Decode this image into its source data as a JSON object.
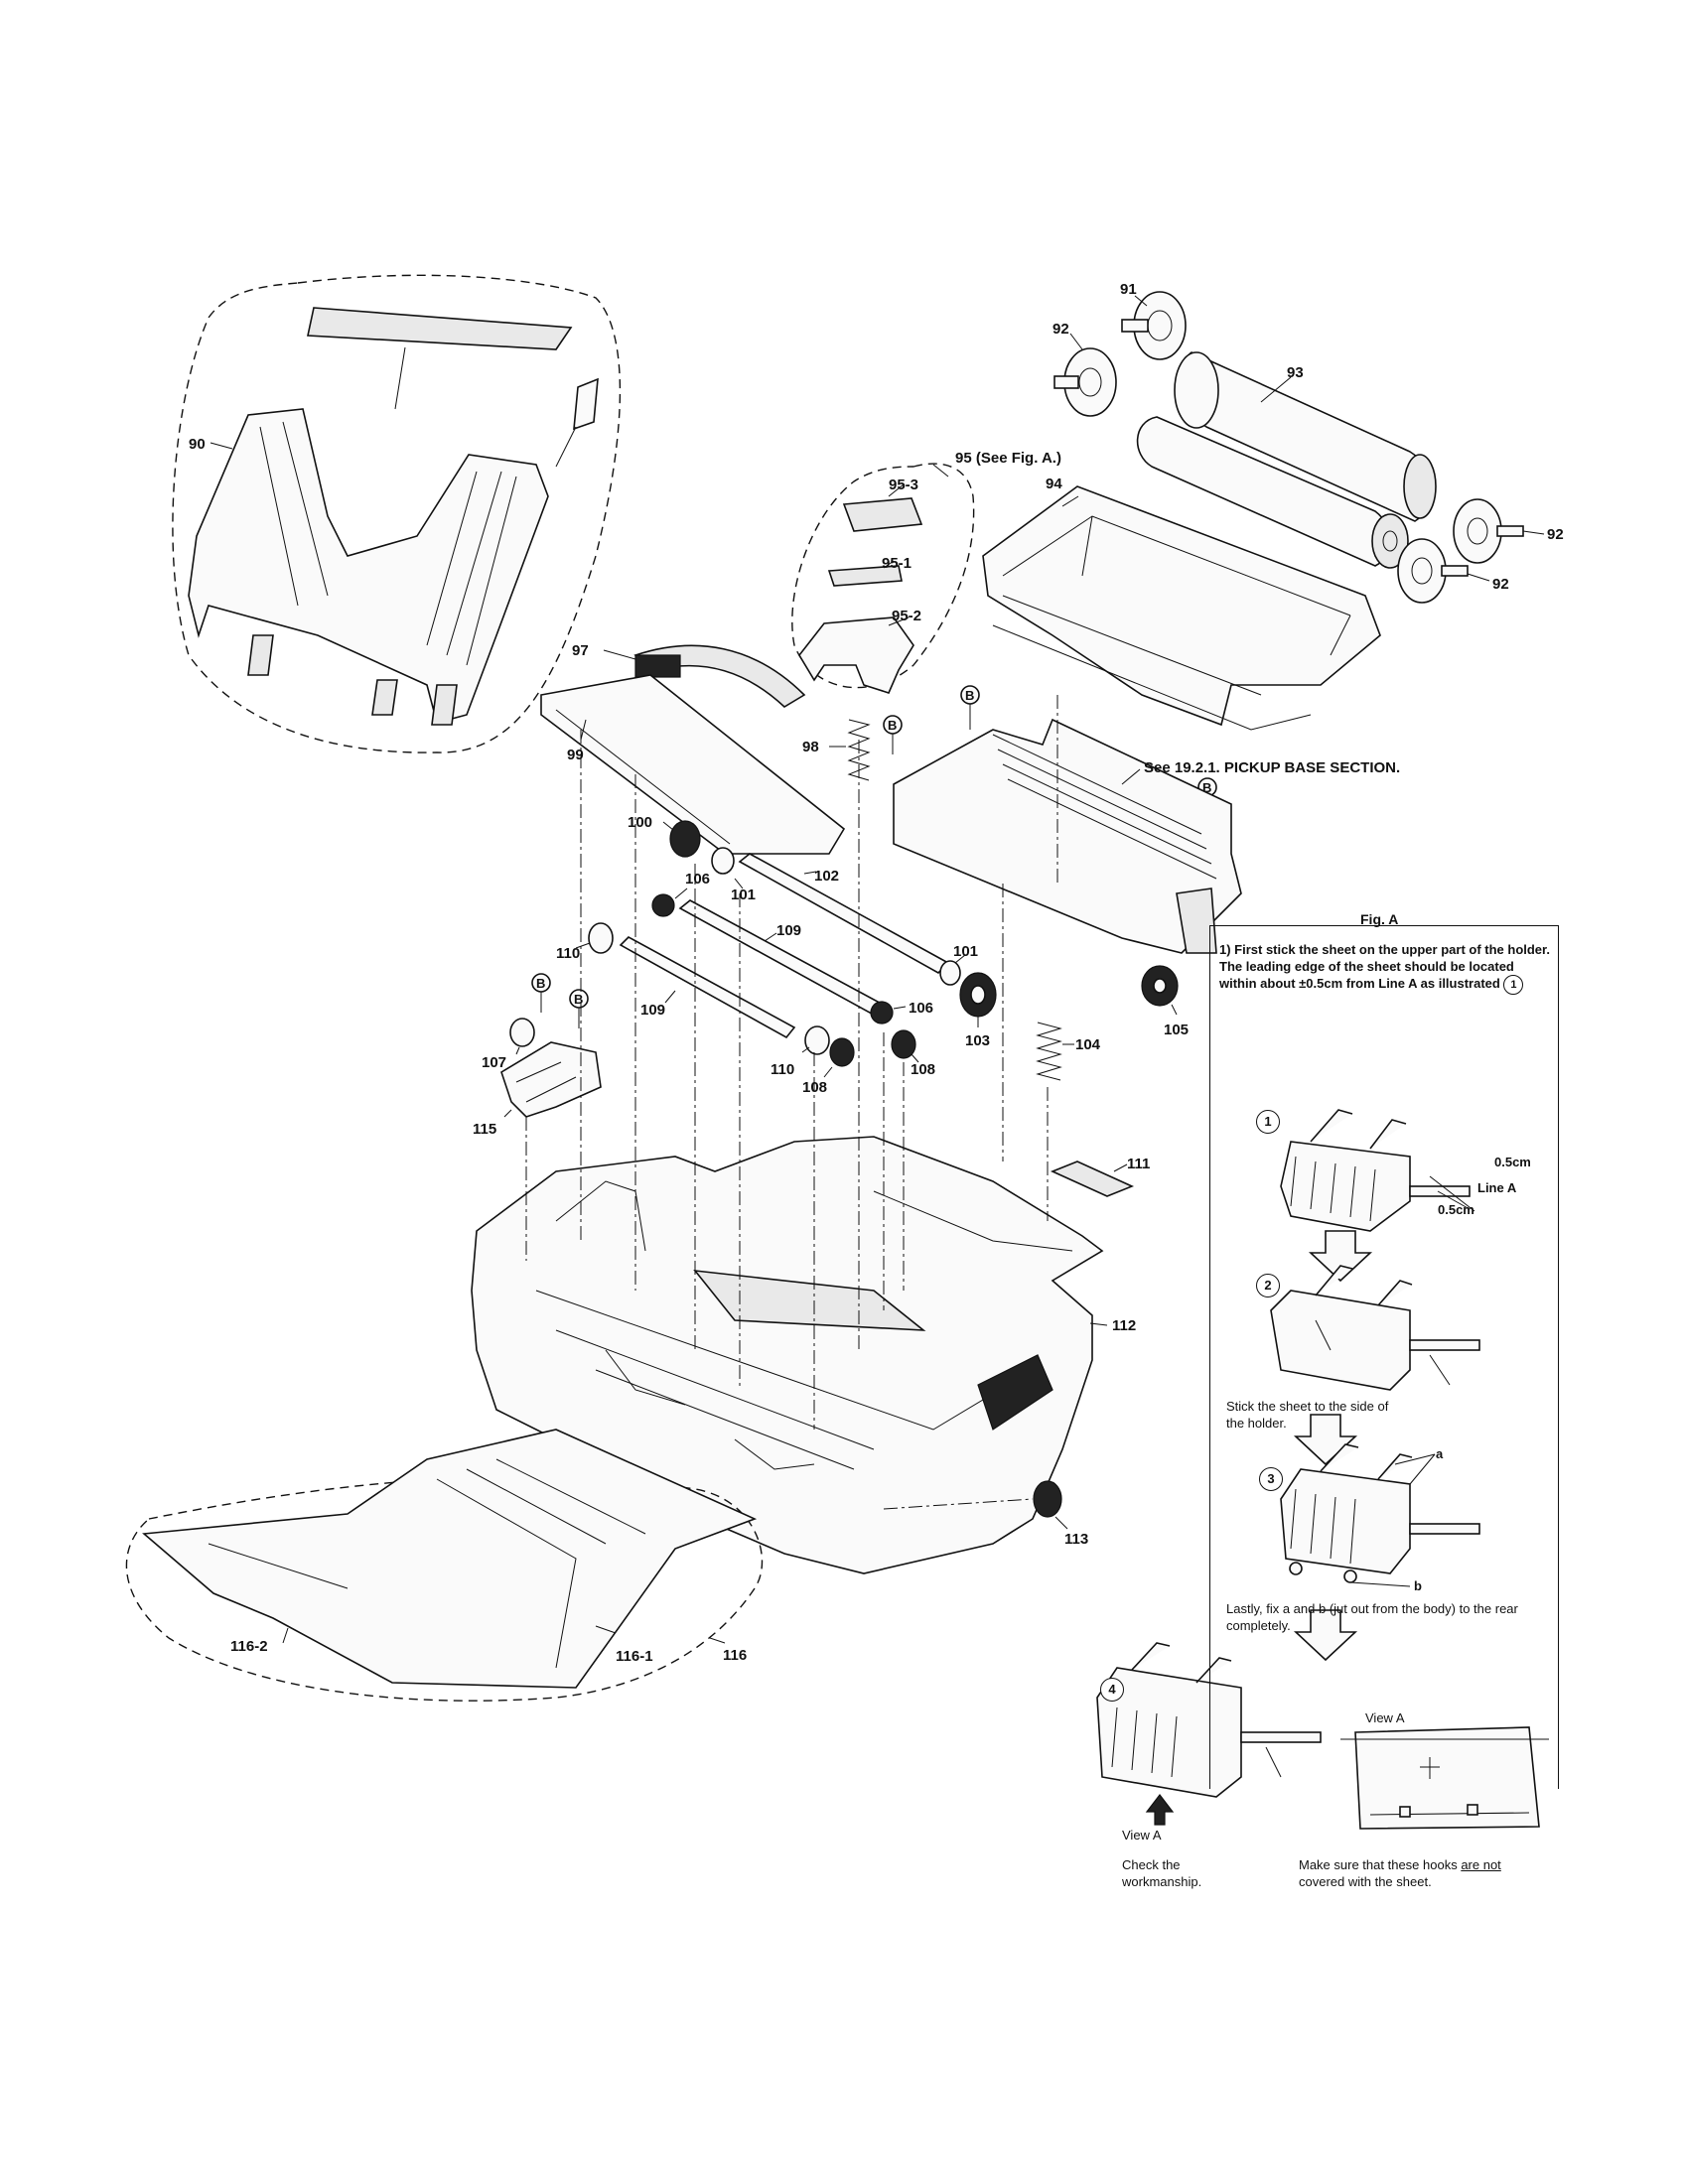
{
  "labels": {
    "p90": "90",
    "p91": "91",
    "p92a": "92",
    "p92b": "92",
    "p92c": "92",
    "p93": "93",
    "p94": "94",
    "p95": "95 (See Fig. A.)",
    "p95_1": "95-1",
    "p95_2": "95-2",
    "p95_3": "95-3",
    "p97": "97",
    "p98": "98",
    "p99": "99",
    "p100": "100",
    "p101a": "101",
    "p101b": "101",
    "p102": "102",
    "p103": "103",
    "p104": "104",
    "p105": "105",
    "p106a": "106",
    "p106b": "106",
    "p107": "107",
    "p108a": "108",
    "p108b": "108",
    "p109a": "109",
    "p109b": "109",
    "p110a": "110",
    "p110b": "110",
    "p111": "111",
    "p112": "112",
    "p113": "113",
    "p115": "115",
    "p116": "116",
    "p116_1": "116-1",
    "p116_2": "116-2",
    "screw": "B"
  },
  "pickup_note": "See 19.2.1. PICKUP BASE SECTION.",
  "fig_a": {
    "title": "Fig. A",
    "step1_text": "1)  First stick the sheet on the upper part of the holder. The leading edge of the sheet should be located within about ±0.5cm from Line A as illustrated",
    "step1_ref": "1",
    "step_numbers": [
      "1",
      "2",
      "3",
      "4"
    ],
    "dim_upper": "0.5cm",
    "line_a": "Line A",
    "dim_lower": "0.5cm",
    "step2_caption": "Stick the sheet to the side of the holder.",
    "hook_a": "a",
    "hook_b": "b",
    "step3_caption": "Lastly, fix a and b (jut out from the body) to the rear completely.",
    "view_a_top": "View A",
    "view_a_arrow": "View A",
    "check_caption": "Check the workmanship.",
    "hooks_caption_pre": "Make sure that these hooks ",
    "hooks_caption_emph": "are not",
    "hooks_caption_post": " covered with the sheet."
  }
}
